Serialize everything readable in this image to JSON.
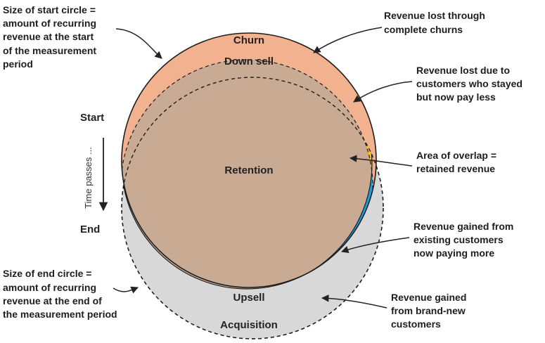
{
  "colors": {
    "churn": "#f3b28f",
    "down_sell": "#1c9fe0",
    "retention": "#c9ab94",
    "upsell": "#ffc01e",
    "acquisition": "#d8d8d8",
    "outline": "#1d1d1d"
  },
  "regions": {
    "churn": "Churn",
    "down_sell": "Down sell",
    "retention": "Retention",
    "upsell": "Upsell",
    "acquisition": "Acquisition"
  },
  "timeline": {
    "start": "Start",
    "end": "End",
    "passes": "Time passes ..."
  },
  "annotations": {
    "start_circle": [
      "Size of start circle =",
      "amount of recurring",
      "revenue at the start",
      "of the measurement",
      "period"
    ],
    "end_circle": [
      "Size of end circle =",
      "amount of recurring",
      "revenue at the end of",
      "the measurement period"
    ],
    "churns": [
      "Revenue lost through",
      "complete churns"
    ],
    "down_sell": [
      "Revenue lost due to",
      "customers who stayed",
      "but now pay less"
    ],
    "overlap": [
      "Area of overlap =",
      "retained revenue"
    ],
    "upsell": [
      "Revenue gained from",
      "existing customers",
      "now paying more"
    ],
    "acquisition": [
      "Revenue gained",
      "from brand-new",
      "customers"
    ]
  }
}
